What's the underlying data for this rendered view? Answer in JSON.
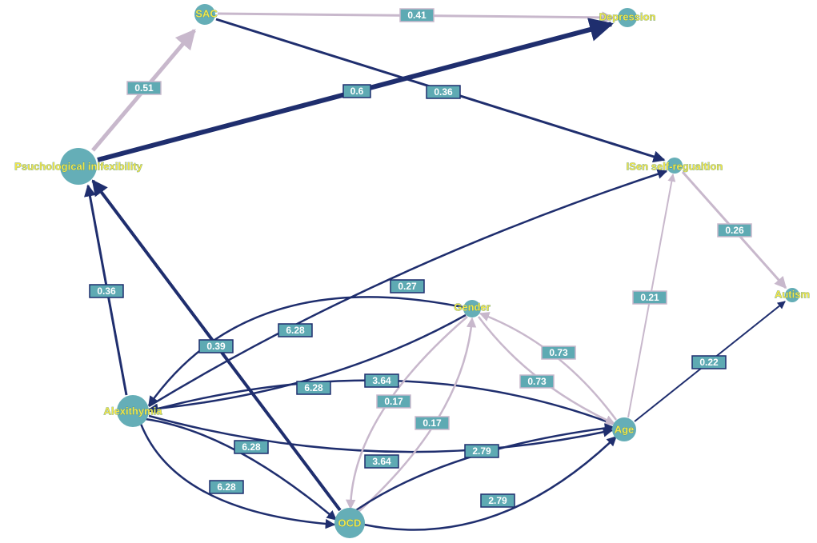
{
  "colors": {
    "node_fill": "#65aeb7",
    "node_label": "#f2e64b",
    "edge_dark": "#1f2e6e",
    "edge_light": "#c8b8cc",
    "label_box": "#5eaab3"
  },
  "nodes": [
    {
      "id": "sac",
      "label": "SAC"
    },
    {
      "id": "depression",
      "label": "Depression"
    },
    {
      "id": "psych",
      "label": "Psuchological inlfexibility"
    },
    {
      "id": "isen",
      "label": "ISen self-regualtion"
    },
    {
      "id": "autism",
      "label": "Autism"
    },
    {
      "id": "gender",
      "label": "Gender"
    },
    {
      "id": "alex",
      "label": "Alexithymia"
    },
    {
      "id": "age",
      "label": "Age"
    },
    {
      "id": "ocd",
      "label": "OCD"
    }
  ],
  "edges": [
    {
      "id": "sac-dep",
      "from": "sac",
      "to": "depression",
      "label": "0.41",
      "tone": "light"
    },
    {
      "id": "psych-sac",
      "from": "psych",
      "to": "sac",
      "label": "0.51",
      "tone": "light"
    },
    {
      "id": "psych-dep",
      "from": "psych",
      "to": "depression",
      "label": "0.6",
      "tone": "dark"
    },
    {
      "id": "sac-isen",
      "from": "sac",
      "to": "isen",
      "label": "0.36",
      "tone": "dark"
    },
    {
      "id": "isen-autism",
      "from": "isen",
      "to": "autism",
      "label": "0.26",
      "tone": "light"
    },
    {
      "id": "age-isen",
      "from": "age",
      "to": "isen",
      "label": "0.21",
      "tone": "light"
    },
    {
      "id": "age-autism",
      "from": "age",
      "to": "autism",
      "label": "0.22",
      "tone": "dark"
    },
    {
      "id": "alex-psych",
      "from": "alex",
      "to": "psych",
      "label": "0.36",
      "tone": "dark"
    },
    {
      "id": "ocd-psych",
      "from": "ocd",
      "to": "psych",
      "label": "0.39",
      "tone": "dark"
    },
    {
      "id": "alex-isen",
      "from": "alex",
      "to": "isen",
      "label": "0.27",
      "tone": "dark"
    },
    {
      "id": "gender-alex-a",
      "from": "gender",
      "to": "alex",
      "label": "6.28",
      "tone": "dark"
    },
    {
      "id": "gender-alex-b",
      "from": "gender",
      "to": "alex",
      "label": "6.28",
      "tone": "dark"
    },
    {
      "id": "age-alex",
      "from": "age",
      "to": "alex",
      "label": "3.64",
      "tone": "dark"
    },
    {
      "id": "alex-age",
      "from": "alex",
      "to": "age",
      "label": "3.64",
      "tone": "dark"
    },
    {
      "id": "alex-ocd-a",
      "from": "alex",
      "to": "ocd",
      "label": "6.28",
      "tone": "dark"
    },
    {
      "id": "alex-ocd-b",
      "from": "alex",
      "to": "ocd",
      "label": "6.28",
      "tone": "dark"
    },
    {
      "id": "gender-age-a",
      "from": "gender",
      "to": "age",
      "label": "0.73",
      "tone": "light"
    },
    {
      "id": "age-gender",
      "from": "age",
      "to": "gender",
      "label": "0.73",
      "tone": "light"
    },
    {
      "id": "gender-ocd",
      "from": "gender",
      "to": "ocd",
      "label": "0.17",
      "tone": "light"
    },
    {
      "id": "ocd-gender",
      "from": "ocd",
      "to": "gender",
      "label": "0.17",
      "tone": "light"
    },
    {
      "id": "ocd-age-a",
      "from": "ocd",
      "to": "age",
      "label": "2.79",
      "tone": "dark"
    },
    {
      "id": "ocd-age-b",
      "from": "ocd",
      "to": "age",
      "label": "2.79",
      "tone": "dark"
    }
  ]
}
